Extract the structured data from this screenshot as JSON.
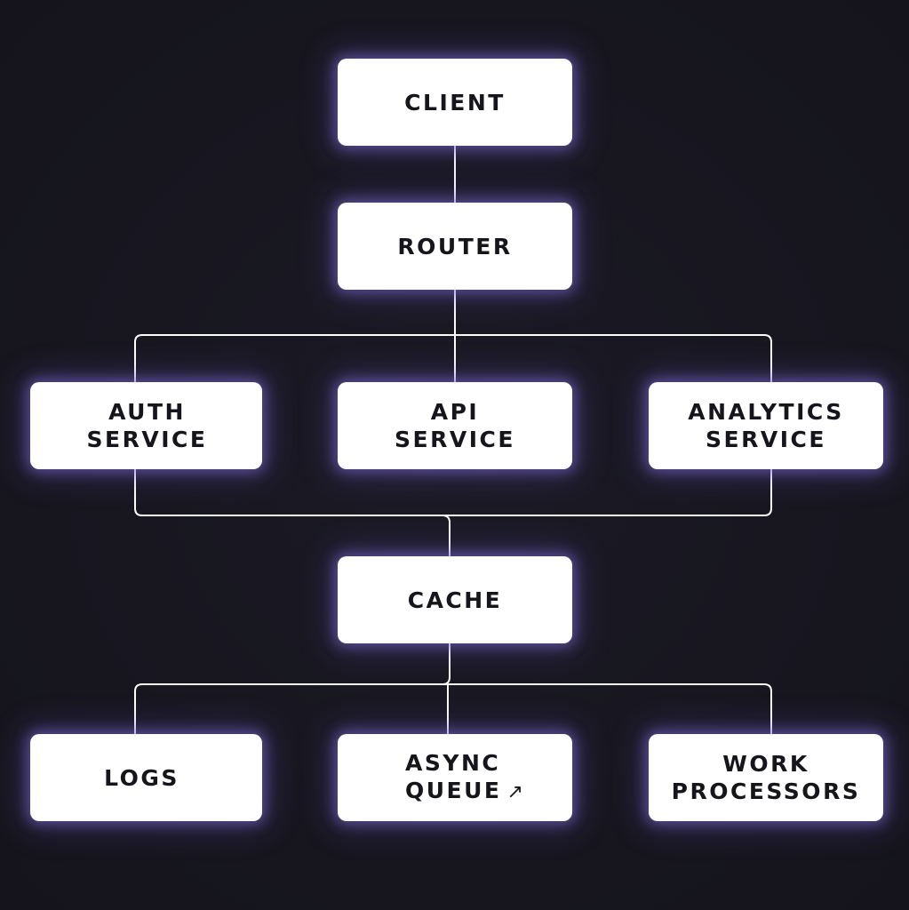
{
  "diagram": {
    "nodes": {
      "client": {
        "lines": [
          "CLIENT"
        ]
      },
      "router": {
        "lines": [
          "ROUTER"
        ]
      },
      "auth": {
        "lines": [
          "AUTH",
          "SERVICE"
        ]
      },
      "api": {
        "lines": [
          "API",
          "SERVICE"
        ]
      },
      "analytics": {
        "lines": [
          "ANALYTICS",
          "SERVICE"
        ]
      },
      "cache": {
        "lines": [
          "CACHE"
        ]
      },
      "logs": {
        "lines": [
          "LOGS"
        ]
      },
      "async_queue": {
        "lines": [
          "ASYNC",
          "QUEUE"
        ],
        "icon": "external-link-icon",
        "icon_glyph": "↗"
      },
      "work_processors": {
        "lines": [
          "WORK",
          "PROCESSORS"
        ]
      }
    },
    "edges": [
      {
        "from": "client",
        "to": "router"
      },
      {
        "from": "router",
        "to": "auth"
      },
      {
        "from": "router",
        "to": "api"
      },
      {
        "from": "router",
        "to": "analytics"
      },
      {
        "from": "auth",
        "to": "cache"
      },
      {
        "from": "analytics",
        "to": "cache"
      },
      {
        "from": "cache",
        "to": "logs"
      },
      {
        "from": "cache",
        "to": "async_queue"
      },
      {
        "from": "cache",
        "to": "work_processors"
      }
    ],
    "colors": {
      "background": "#17161f",
      "node_fill": "#ffffff",
      "node_text": "#16151c",
      "connector": "#ffffff",
      "glow": "#7d69d2"
    }
  }
}
